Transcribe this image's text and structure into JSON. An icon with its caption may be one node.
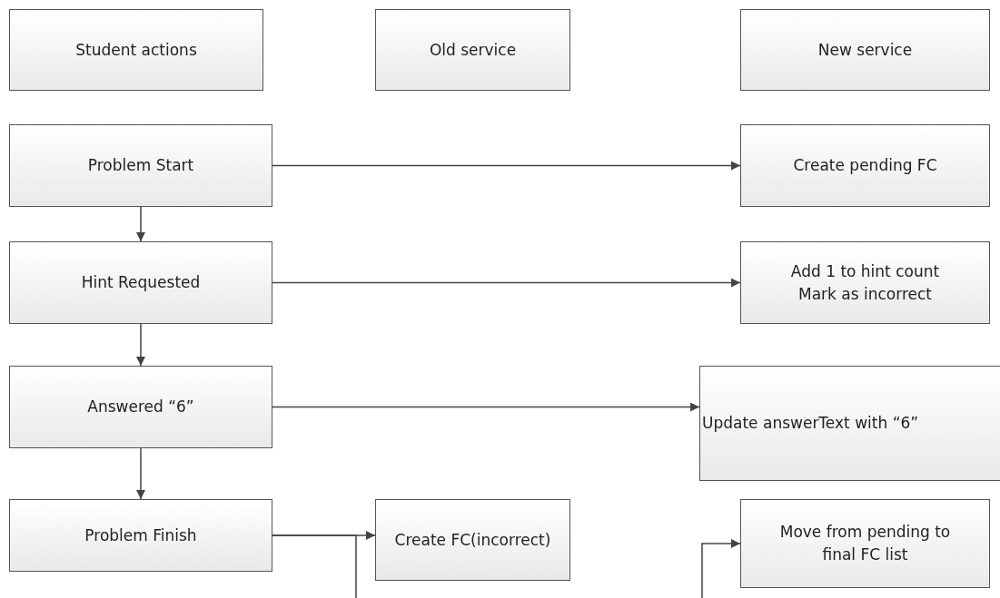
{
  "diagram": {
    "nodes": [
      {
        "text": [
          "Student actions"
        ]
      },
      {
        "text": [
          "Old service"
        ]
      },
      {
        "text": [
          "New service"
        ]
      },
      {
        "text": [
          "Problem Start"
        ]
      },
      {
        "text": [
          "Create pending FC"
        ]
      },
      {
        "text": [
          "Hint Requested"
        ]
      },
      {
        "text": [
          "Add 1 to hint count Mark as incorrect"
        ]
      },
      {
        "text": [
          "Answered “6”"
        ]
      },
      {
        "text": [
          "Update answerText with “6”"
        ]
      },
      {
        "text": [
          "Problem Finish"
        ]
      },
      {
        "text": [
          "Create FC(incorrect)"
        ]
      },
      {
        "text": [
          "Move from pending to final FC list"
        ]
      }
    ],
    "edges": [
      {
        "from": 3,
        "to": 4,
        "arrow": "to"
      },
      {
        "from": 3,
        "to": 5,
        "arrow": "to"
      },
      {
        "from": 5,
        "to": 6,
        "arrow": "to"
      },
      {
        "from": 5,
        "to": 7,
        "arrow": "to"
      },
      {
        "from": 7,
        "to": 8,
        "arrow": "to"
      },
      {
        "from": 7,
        "to": 9,
        "arrow": "to"
      },
      {
        "from": 9,
        "to": 10,
        "arrow": "to"
      },
      {
        "from": 9,
        "to": null,
        "arrow": "none"
      },
      {
        "from": null,
        "to": 11,
        "arrow": "to"
      }
    ]
  }
}
